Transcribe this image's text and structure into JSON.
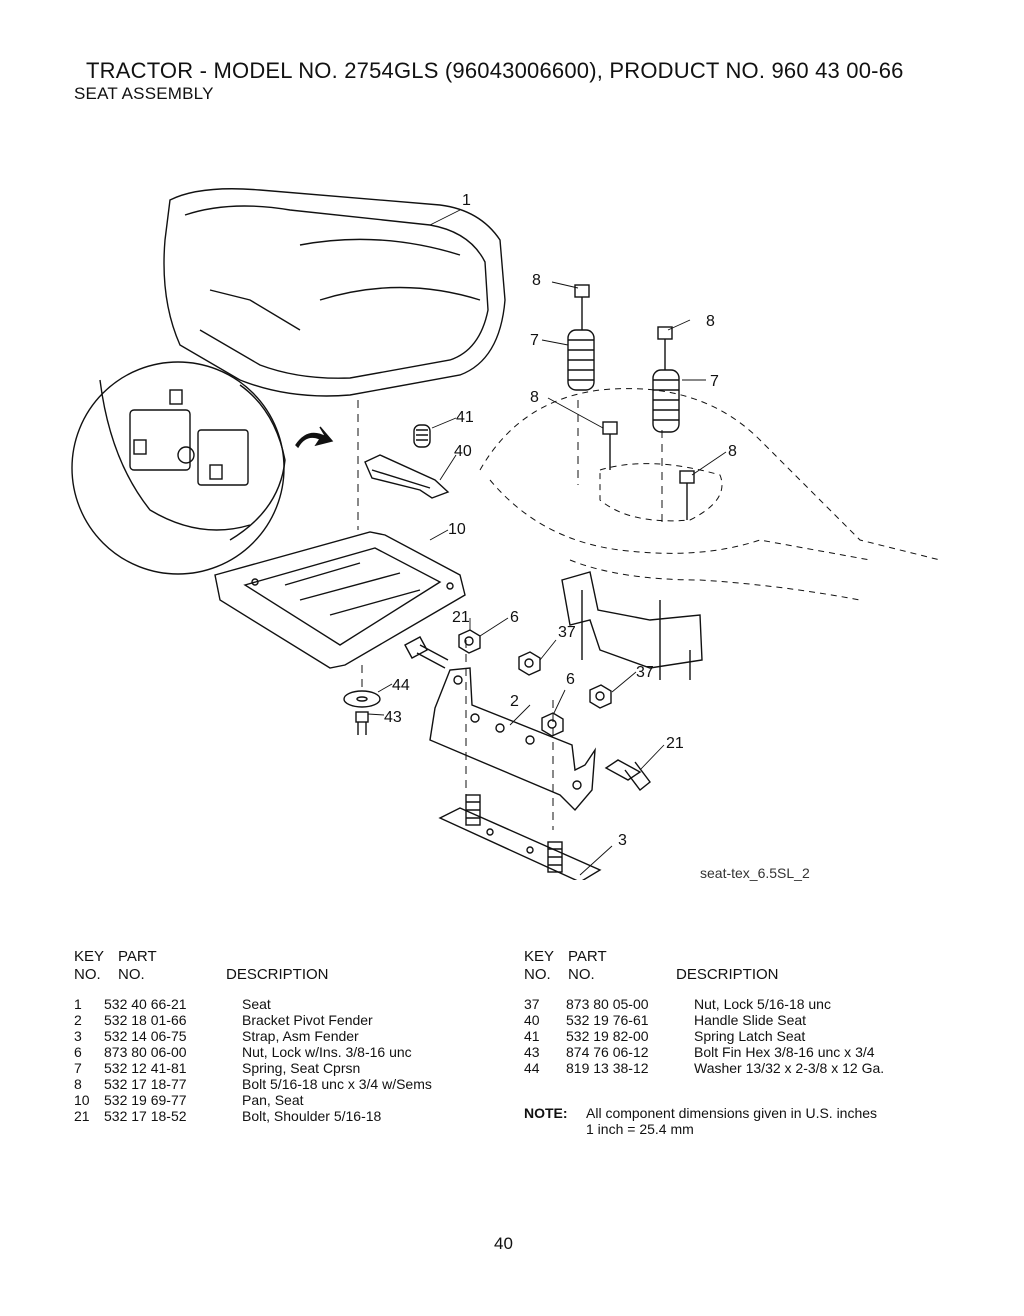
{
  "header": {
    "title": "TRACTOR - MODEL NO. 2754GLS (96043006600), PRODUCT NO. 960 43 00-66",
    "subtitle": "SEAT ASSEMBLY"
  },
  "diagram": {
    "callouts": {
      "c1": "1",
      "c8a": "8",
      "c8b": "8",
      "c8c": "8",
      "c8d": "8",
      "c7a": "7",
      "c7b": "7",
      "c41": "41",
      "c40": "40",
      "c10": "10",
      "c21a": "21",
      "c6a": "6",
      "c37a": "37",
      "c37b": "37",
      "c6b": "6",
      "c2": "2",
      "c44": "44",
      "c43": "43",
      "c21b": "21",
      "c3": "3"
    },
    "reference_code": "seat-tex_6.5SL_2"
  },
  "table_headers": {
    "key_top": "KEY",
    "key_bottom": "NO.",
    "part_top": "PART",
    "part_bottom": "NO.",
    "description": "DESCRIPTION"
  },
  "parts_left": [
    {
      "key": "1",
      "part": "532 40 66-21",
      "description": "Seat"
    },
    {
      "key": "2",
      "part": "532 18 01-66",
      "description": "Bracket Pivot Fender"
    },
    {
      "key": "3",
      "part": "532 14 06-75",
      "description": "Strap, Asm Fender"
    },
    {
      "key": "6",
      "part": "873 80 06-00",
      "description": "Nut, Lock w/Ins. 3/8-16 unc"
    },
    {
      "key": "7",
      "part": "532 12 41-81",
      "description": "Spring, Seat Cprsn"
    },
    {
      "key": "8",
      "part": "532 17 18-77",
      "description": "Bolt 5/16-18 unc x 3/4 w/Sems"
    },
    {
      "key": "10",
      "part": "532 19 69-77",
      "description": "Pan, Seat"
    },
    {
      "key": "21",
      "part": "532 17 18-52",
      "description": "Bolt, Shoulder 5/16-18"
    }
  ],
  "parts_right": [
    {
      "key": "37",
      "part": "873 80 05-00",
      "description": "Nut, Lock 5/16-18 unc"
    },
    {
      "key": "40",
      "part": "532 19 76-61",
      "description": "Handle Slide Seat"
    },
    {
      "key": "41",
      "part": "532 19 82-00",
      "description": "Spring Latch Seat"
    },
    {
      "key": "43",
      "part": "874 76 06-12",
      "description": "Bolt Fin Hex 3/8-16 unc x 3/4"
    },
    {
      "key": "44",
      "part": "819 13 38-12",
      "description": "Washer 13/32 x 2-3/8 x 12 Ga."
    }
  ],
  "note": {
    "label": "NOTE:",
    "line1": "All component dimensions given in U.S. inches",
    "line2": "1 inch = 25.4 mm"
  },
  "page_number": "40",
  "colors": {
    "ink": "#111111",
    "paper": "#ffffff"
  }
}
